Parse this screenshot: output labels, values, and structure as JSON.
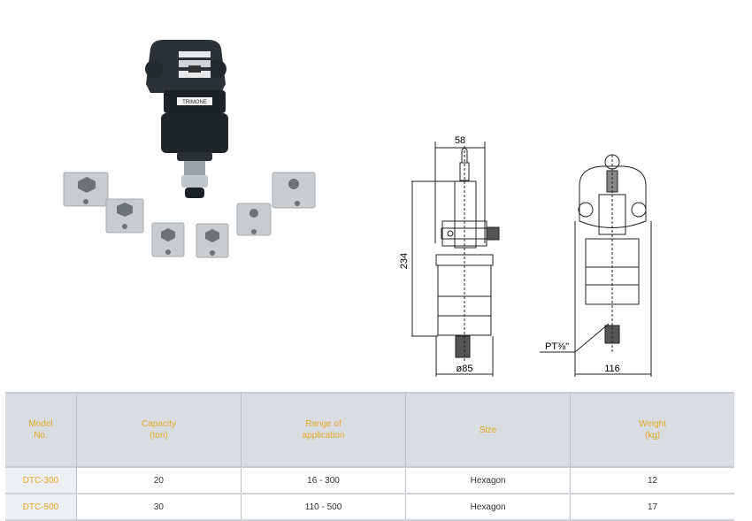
{
  "photo": {
    "label": "Hydraulic crimping head with hexagon dies",
    "brand_label": "TRIMONE"
  },
  "drawing": {
    "dim_width_top": "58",
    "dim_height": "234",
    "dim_diameter": "ø85",
    "dim_width_side": "116",
    "port_label": "PT⅜\""
  },
  "table": {
    "headers": [
      {
        "line1": "Model",
        "line2": "No."
      },
      {
        "line1": "Capacity",
        "line2": "(ton)"
      },
      {
        "line1": "Range of",
        "line2": "application"
      },
      {
        "line1": "Size",
        "line2": ""
      },
      {
        "line1": "Weight",
        "line2": "(kg)"
      }
    ],
    "rows": [
      [
        "DTC-300",
        "20",
        "16 - 300",
        "Hexagon",
        "12"
      ],
      [
        "DTC-500",
        "30",
        "110 - 500",
        "Hexagon",
        "17"
      ]
    ]
  },
  "colors": {
    "header_text": "#e3a92b",
    "header_bg": "#d9dce0",
    "model_cell_bg": "#eeeff1"
  }
}
